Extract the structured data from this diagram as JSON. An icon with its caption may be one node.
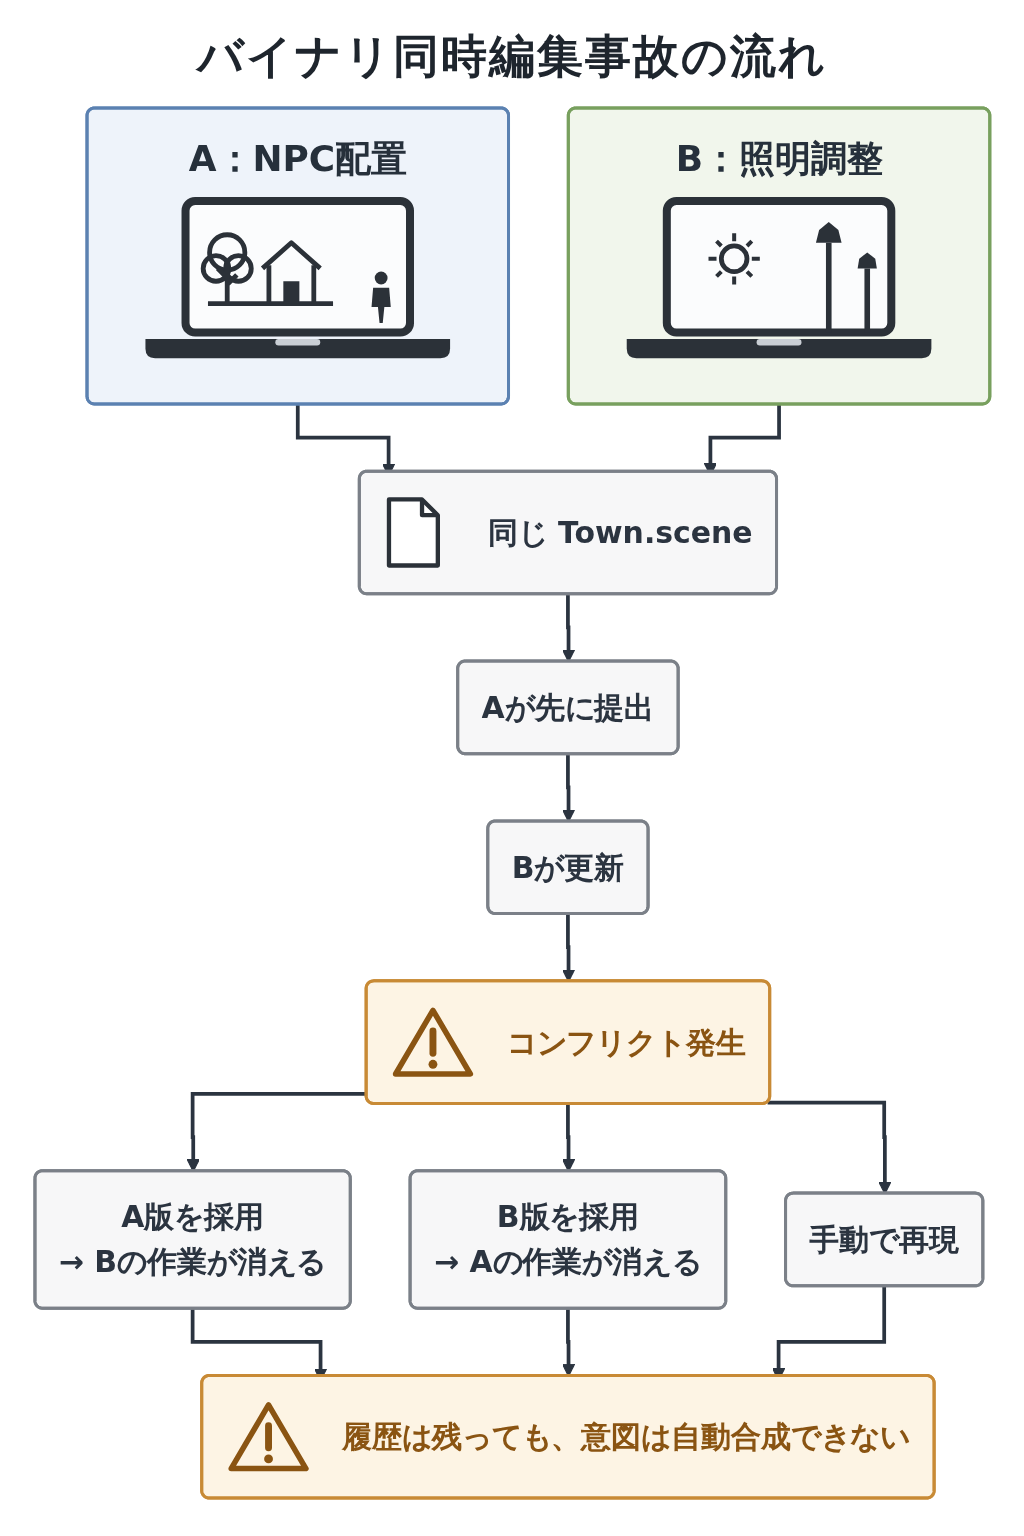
{
  "diagram": {
    "title": "バイナリ同時編集事故の流れ",
    "nodes": [
      {
        "text": [
          "A：NPC配置"
        ]
      },
      {
        "text": [
          "B：照明調整"
        ]
      },
      {
        "text": [
          "同じ Town.scene"
        ]
      },
      {
        "text": [
          "Aが先に提出"
        ]
      },
      {
        "text": [
          "Bが更新"
        ]
      },
      {
        "text": [
          "コンフリクト発生"
        ]
      },
      {
        "text": [
          "A版を採用",
          "→ Bの作業が消える"
        ]
      },
      {
        "text": [
          "B版を採用",
          "→ Aの作業が消える"
        ]
      },
      {
        "text": [
          "手動で再現"
        ]
      },
      {
        "text": [
          "履歴は残っても、意図は自動合成できない"
        ]
      }
    ],
    "edges": [
      {
        "from": 0,
        "to": 2,
        "arrow": "to"
      },
      {
        "from": 1,
        "to": 2,
        "arrow": "to"
      },
      {
        "from": 2,
        "to": 3,
        "arrow": "to"
      },
      {
        "from": 3,
        "to": 4,
        "arrow": "to"
      },
      {
        "from": 4,
        "to": 5,
        "arrow": "to"
      },
      {
        "from": 5,
        "to": 6,
        "arrow": "to"
      },
      {
        "from": 5,
        "to": 7,
        "arrow": "to"
      },
      {
        "from": 5,
        "to": 8,
        "arrow": "to"
      },
      {
        "from": 6,
        "to": 9,
        "arrow": "to"
      },
      {
        "from": 7,
        "to": 9,
        "arrow": "to"
      },
      {
        "from": 8,
        "to": 9,
        "arrow": "to"
      }
    ]
  }
}
